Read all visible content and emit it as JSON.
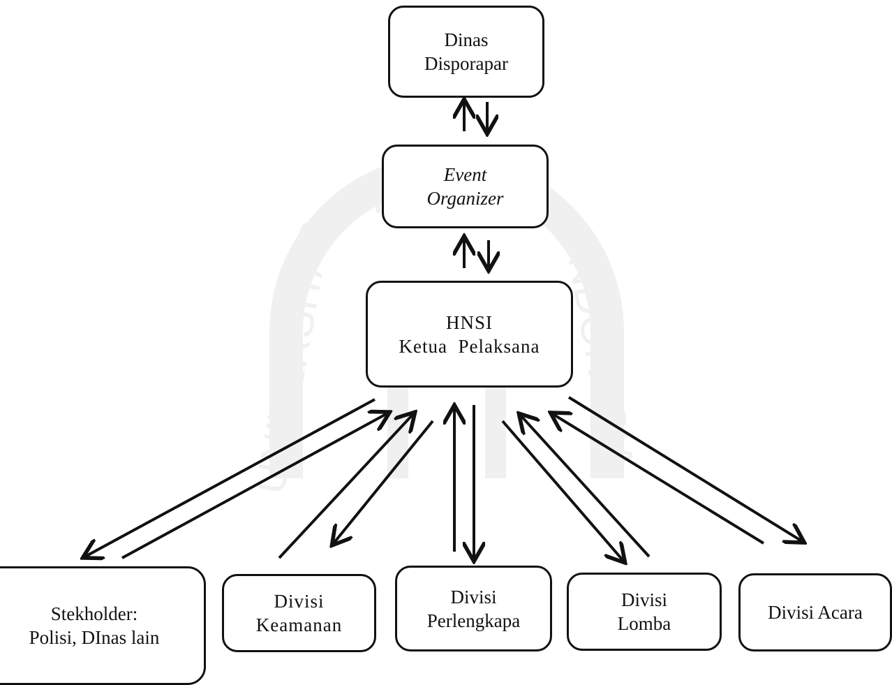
{
  "diagram": {
    "nodes": {
      "dinas": {
        "lines": [
          "Dinas",
          "Disporapar"
        ]
      },
      "event_organizer": {
        "lines": [
          "Event",
          "Organizer"
        ]
      },
      "hnsi": {
        "lines": [
          "HNSI",
          "Ketua  Pelaksana"
        ]
      },
      "stekholder": {
        "lines": [
          "Stekholder:",
          "Polisi, DInas lain"
        ]
      },
      "keamanan": {
        "lines": [
          "Divisi",
          "Keamanan"
        ]
      },
      "perlengkapan": {
        "lines": [
          "Divisi",
          "Perlengkapa"
        ]
      },
      "lomba": {
        "lines": [
          "Divisi",
          "Lomba"
        ]
      },
      "acara": {
        "lines": [
          "Divisi Acara"
        ]
      }
    },
    "edges": [
      {
        "from": "dinas",
        "to": "event_organizer",
        "type": "bidirectional-pair"
      },
      {
        "from": "event_organizer",
        "to": "hnsi",
        "type": "bidirectional-pair"
      },
      {
        "from": "hnsi",
        "to": "stekholder",
        "type": "bidirectional-pair"
      },
      {
        "from": "hnsi",
        "to": "keamanan",
        "type": "bidirectional-pair"
      },
      {
        "from": "hnsi",
        "to": "perlengkapan",
        "type": "bidirectional-pair"
      },
      {
        "from": "hnsi",
        "to": "lomba",
        "type": "bidirectional-pair"
      },
      {
        "from": "hnsi",
        "to": "acara",
        "type": "bidirectional-pair"
      }
    ]
  },
  "watermark": {
    "lines": [
      "ISLAM",
      "INDONESIA",
      "UNIVERSITAS"
    ]
  },
  "colors": {
    "stroke": "#111111",
    "background": "#ffffff",
    "watermark": "#777777"
  }
}
